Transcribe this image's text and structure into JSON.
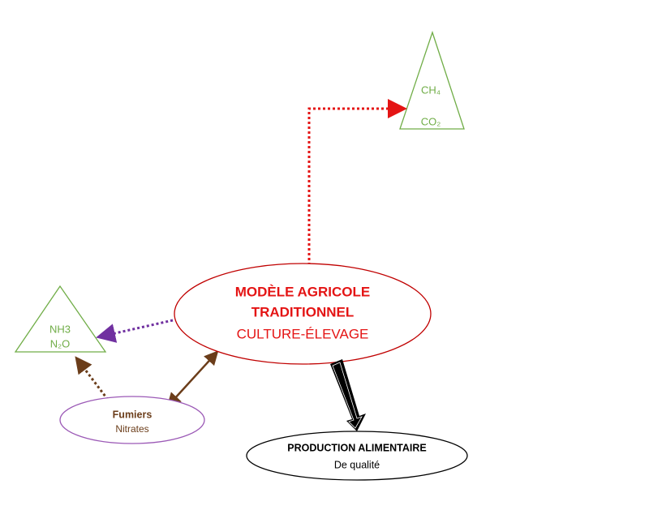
{
  "colors": {
    "main_outline": "#c00000",
    "main_text": "#e41414",
    "triangle_outline": "#70ad47",
    "triangle_text": "#70ad47",
    "fumiers_outline": "#7030a0",
    "fumiers_text": "#6b3d1a",
    "arrow_brown": "#6b3d1a",
    "arrow_purple": "#7030a0",
    "arrow_red": "#e41414",
    "production_outline": "#000000"
  },
  "main_node": {
    "line1": "MODÈLE AGRICOLE",
    "line2": "TRADITIONNEL",
    "line3": "CULTURE-ÉLEVAGE"
  },
  "emissions_top": {
    "line1": "CH₄",
    "line2": "CO₂"
  },
  "emissions_left": {
    "line1": "NH3",
    "line2": "N₂O"
  },
  "fumiers": {
    "title": "Fumiers",
    "subtitle": "Nitrates"
  },
  "production": {
    "title": "PRODUCTION ALIMENTAIRE",
    "subtitle": "De qualité"
  }
}
